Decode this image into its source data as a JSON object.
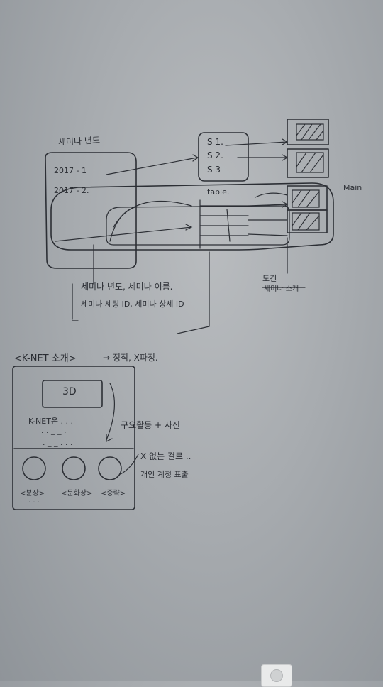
{
  "labels": {
    "seminar_year": "세미나 년도",
    "year1": "2017 - 1",
    "year2": "2017 - 2.",
    "s1": "S 1.",
    "s2": "S 2.",
    "s3": "S 3",
    "table": "table.",
    "main": "Main",
    "note1": "세미나 년도, 세미나 이름.",
    "note2": "세미나 세팅 ID, 세미나 상세 ID",
    "kim": "도건",
    "kim_struck": "세미나 소개",
    "knet_heading": "<K-NET 소개>",
    "knet_tail": "→ 정적, X파정.",
    "box_3d": "3D",
    "knet_text": "K-NET은 . . .",
    "dots1": ". . _ _ .",
    "dots2": ". _ _ . . .",
    "note_main": "구요활동 + 사진",
    "note_x1": "X 없는 걸로 ..",
    "note_x2": "개인 계정 표출",
    "circle1": "<분장>",
    "circle2": "<문화장>",
    "circle3": "<중략>",
    "tail_dots": ". . ."
  }
}
